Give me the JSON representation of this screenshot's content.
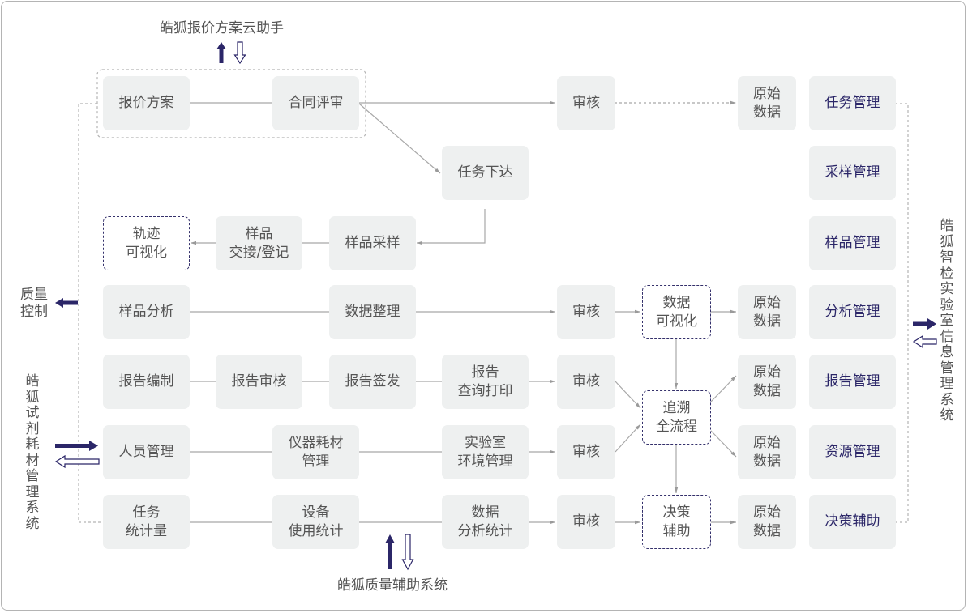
{
  "external_systems": {
    "quote_assistant": "皓狐报价方案云助手",
    "quality_control": "质量\n控制",
    "reagent_system": "皓\n狐\n试\n剂\n耗\n材\n管\n理\n系\n统",
    "lims_system": "皓\n狐\n智\n检\n实\n验\n室\n信\n息\n管\n理\n系\n统",
    "quality_aux_system": "皓狐质量辅助系统"
  },
  "process": {
    "quote_plan": "报价方案",
    "contract_review": "合同评审",
    "task_assign": "任务下达",
    "track_visual": "轨迹\n可视化",
    "sample_handover": "样品\n交接/登记",
    "sample_collect": "样品采样",
    "sample_analysis": "样品分析",
    "data_organize": "数据整理",
    "report_compile": "报告编制",
    "report_review": "报告审核",
    "report_sign": "报告签发",
    "report_query_print": "报告\n查询打印",
    "personnel_mgmt": "人员管理",
    "instrument_mgmt": "仪器耗材\n管理",
    "lab_env_mgmt": "实验室\n环境管理",
    "task_stats": "任务\n统计量",
    "device_usage_stats": "设备\n使用统计",
    "data_analysis_stats": "数据\n分析统计",
    "review": "审核",
    "data_visual": "数据\n可视化",
    "trace_full": "追溯\n全流程",
    "decision_support_node": "决策\n辅助",
    "raw_data": "原始\n数据"
  },
  "modules": [
    "任务管理",
    "采样管理",
    "样品管理",
    "分析管理",
    "报告管理",
    "资源管理",
    "决策辅助"
  ],
  "colors": {
    "accent": "#2b2668",
    "box_fill": "#eef0f0",
    "line": "#a0a0a0",
    "text": "#555555"
  }
}
